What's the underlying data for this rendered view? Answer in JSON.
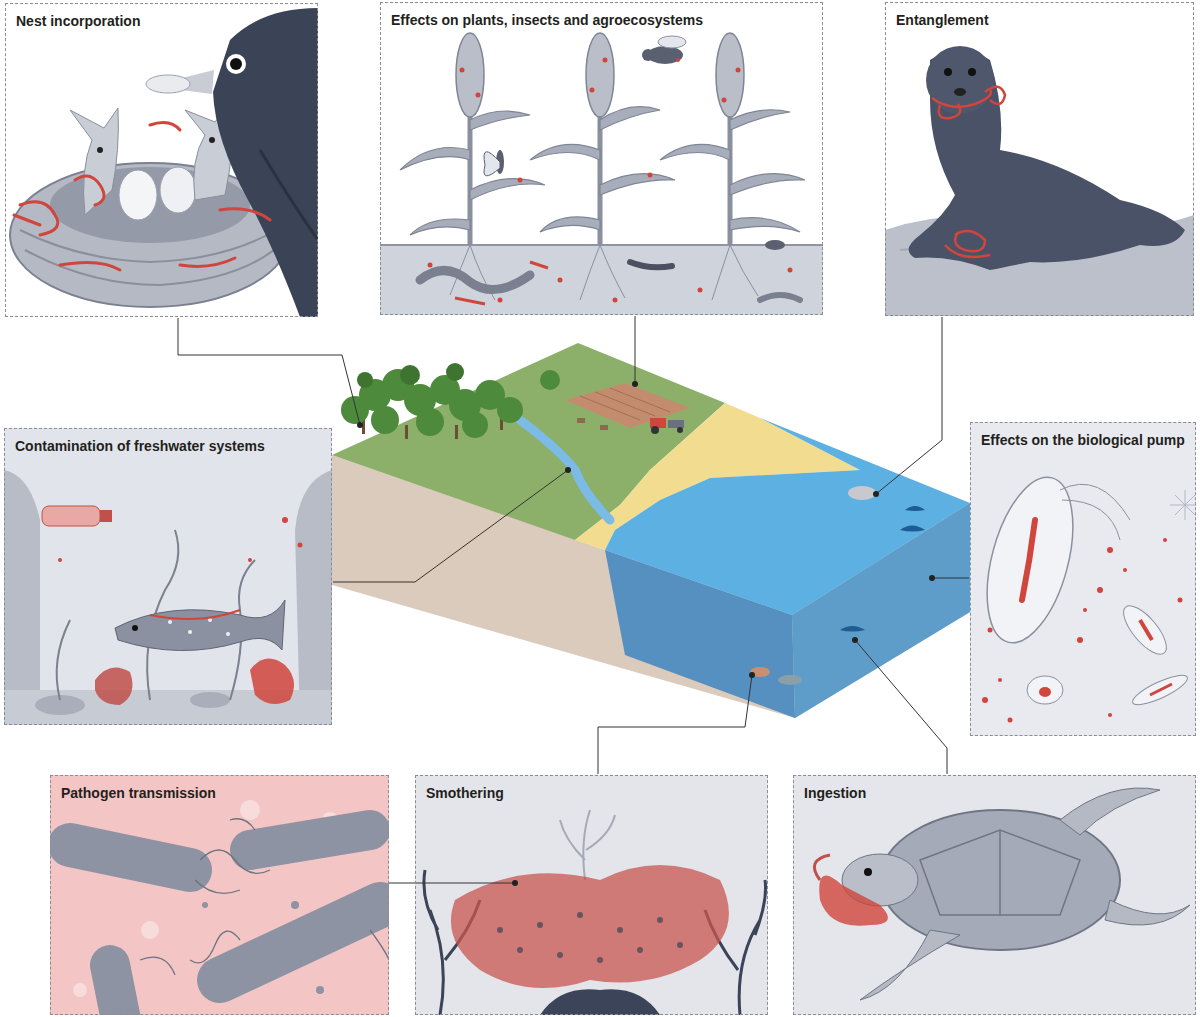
{
  "diagram": {
    "nodes": [
      {
        "text": [
          "Nest incorporation"
        ]
      },
      {
        "text": [
          "Effects on plants, insects and agroecosystems"
        ]
      },
      {
        "text": [
          "Entanglement"
        ]
      },
      {
        "text": [
          "Contamination of freshwater systems"
        ]
      },
      {
        "text": [
          "Effects on the biological pump"
        ]
      },
      {
        "text": [
          "Pathogen transmission"
        ]
      },
      {
        "text": [
          "Smothering"
        ]
      },
      {
        "text": [
          "Ingestion"
        ]
      }
    ],
    "edges": [
      {
        "from": 5,
        "to": 6,
        "arrow": "none"
      }
    ]
  }
}
